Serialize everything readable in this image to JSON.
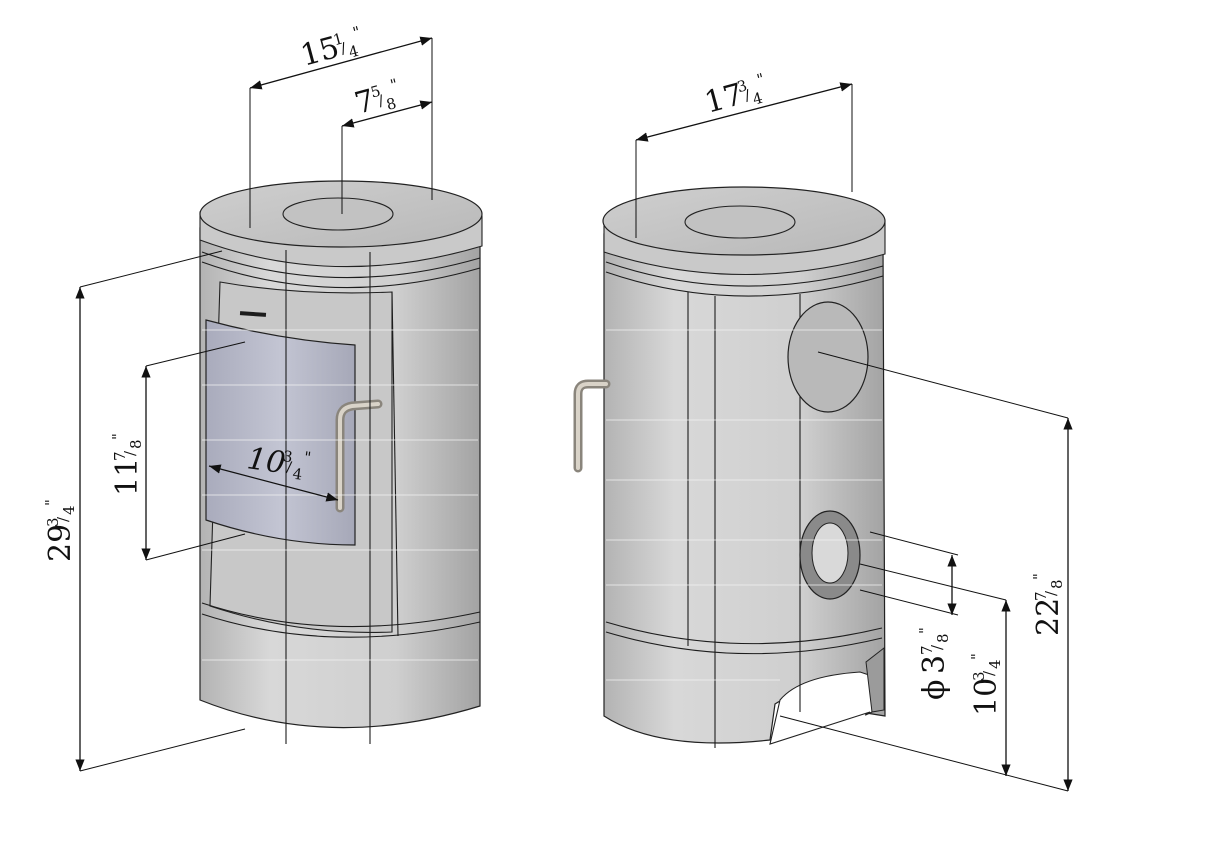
{
  "colors": {
    "body_light": "#dcdcdc",
    "body_mid": "#c4c4c4",
    "body_dark": "#a9a9a9",
    "glass": "#b7b9c9",
    "line": "#111111"
  },
  "stove_front": {
    "labels": {
      "top_width": {
        "whole": "15",
        "num": "1",
        "den": "4",
        "unit": "\""
      },
      "flue_offset": {
        "whole": "7",
        "num": "5",
        "den": "8",
        "unit": "\""
      },
      "overall_height": {
        "whole": "29",
        "num": "3",
        "den": "4",
        "unit": "\""
      },
      "door_height": {
        "whole": "11",
        "num": "7",
        "den": "8",
        "unit": "\""
      },
      "door_width": {
        "whole": "10",
        "num": "3",
        "den": "4",
        "unit": "\""
      }
    }
  },
  "stove_back": {
    "labels": {
      "depth": {
        "whole": "17",
        "num": "3",
        "den": "4",
        "unit": "\""
      },
      "outlet_height": {
        "whole": "22",
        "num": "7",
        "den": "8",
        "unit": "\""
      },
      "air_inlet_height": {
        "whole": "10",
        "num": "3",
        "den": "4",
        "unit": "\""
      },
      "air_inlet_diameter": {
        "symbol": "ϕ",
        "whole": "3",
        "num": "7",
        "den": "8",
        "unit": "\""
      }
    }
  }
}
